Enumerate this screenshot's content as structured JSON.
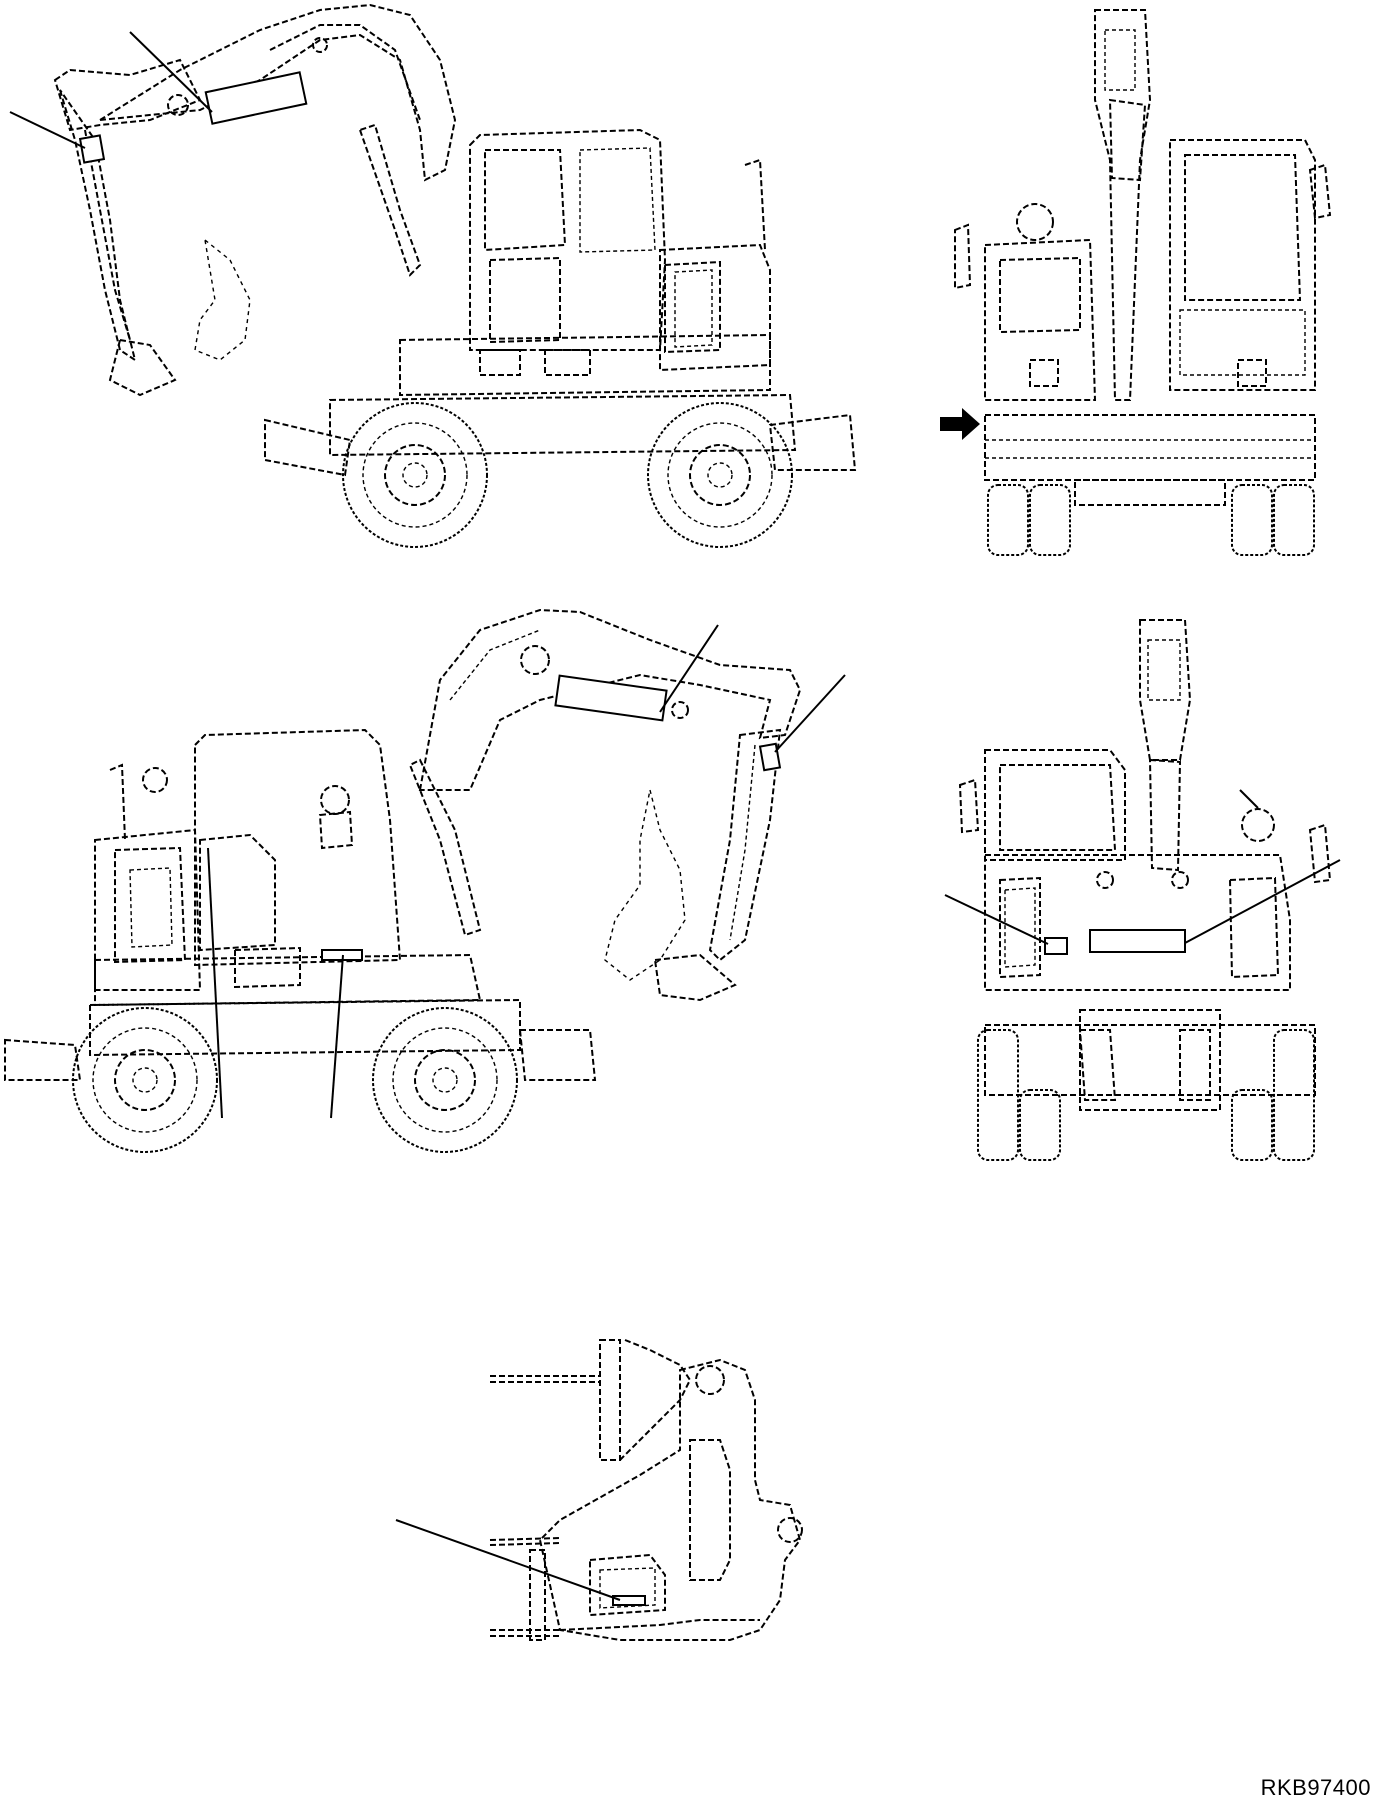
{
  "drawing": {
    "code": "RKB97400"
  },
  "views": [
    {
      "name": "left-side-view",
      "label_count": 2
    },
    {
      "name": "front-view",
      "label_count": 0,
      "has_arrow": true
    },
    {
      "name": "right-side-view",
      "label_count": 4
    },
    {
      "name": "rear-view",
      "label_count": 2
    },
    {
      "name": "boom-foot-detail",
      "label_count": 1
    }
  ]
}
